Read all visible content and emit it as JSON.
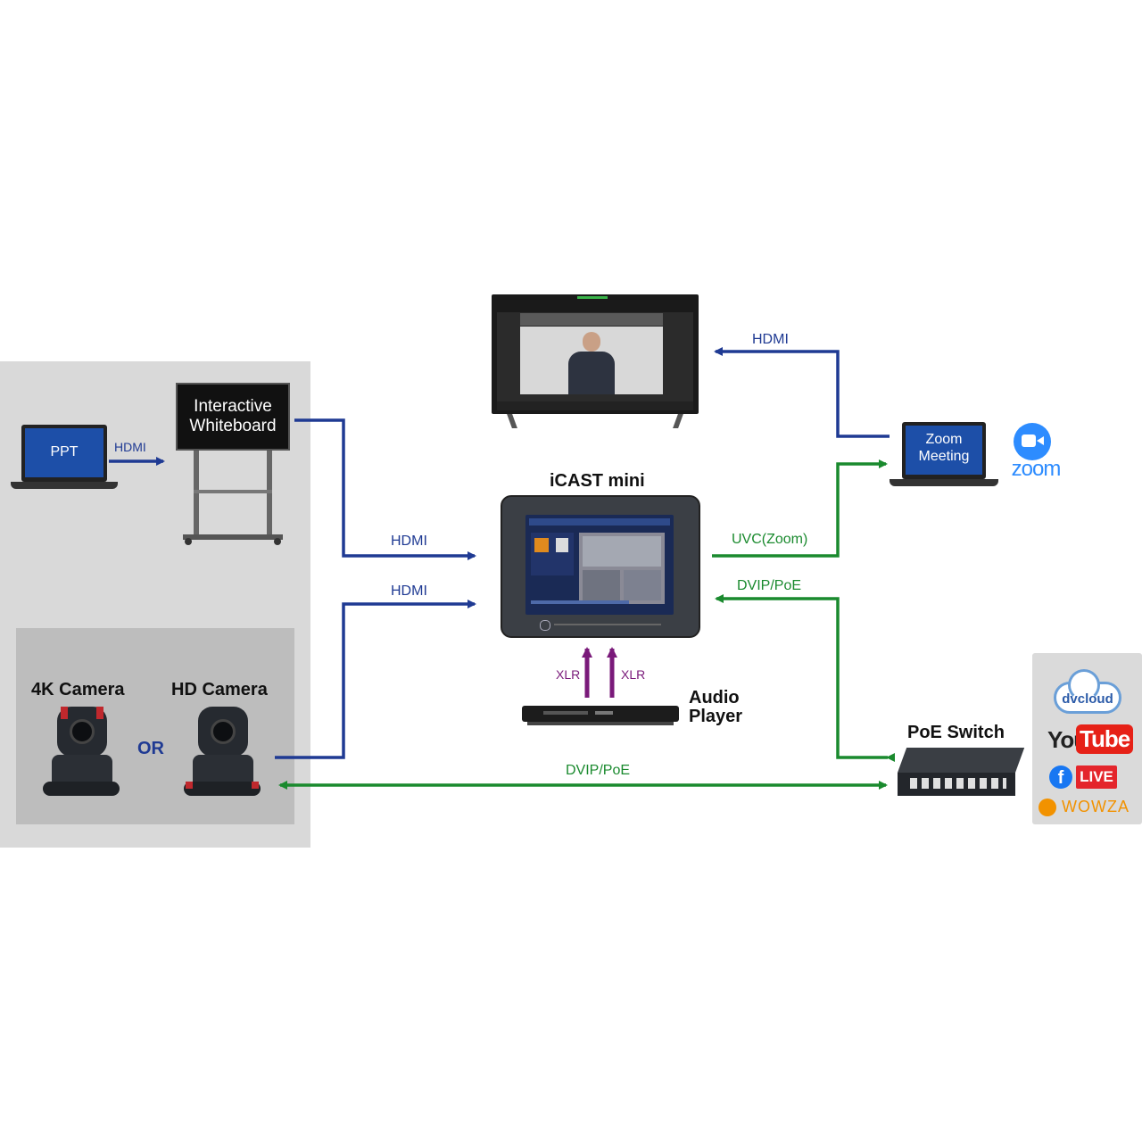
{
  "nodes": {
    "ppt": "PPT",
    "whiteboard_line1": "Interactive",
    "whiteboard_line2": "Whiteboard",
    "icast": "iCAST mini",
    "zoom_meeting_line1": "Zoom",
    "zoom_meeting_line2": "Meeting",
    "zoom_logo": "zoom",
    "cam_4k": "4K Camera",
    "cam_hd": "HD Camera",
    "or": "OR",
    "audio_line1": "Audio",
    "audio_line2": "Player",
    "poe_switch": "PoE Switch"
  },
  "edges": {
    "ppt_wb": "HDMI",
    "wb_icast": "HDMI",
    "cam_icast": "HDMI",
    "laptop_tv": "HDMI",
    "icast_zoom": "UVC(Zoom)",
    "switch_icast": "DVIP/PoE",
    "cam_switch": "DVIP/PoE",
    "xlr_left": "XLR",
    "xlr_right": "XLR"
  },
  "streaming": {
    "dvcloud": "dvcloud",
    "youtube_you": "You",
    "youtube_tube": "Tube",
    "facebook_live": "LIVE",
    "wowza": "WOWZA"
  },
  "colors": {
    "hdmi": "#1f3a93",
    "dvip": "#1a8a2e",
    "xlr": "#7a1a7a"
  }
}
